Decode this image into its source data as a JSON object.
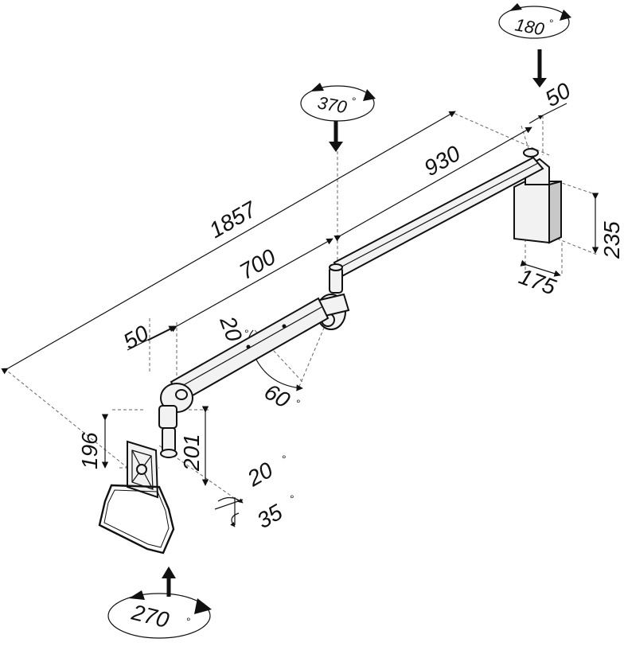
{
  "dimensions": {
    "total_length": "1857",
    "arm_inner": "700",
    "arm_outer": "930",
    "offset_left": "50",
    "offset_right": "50",
    "height_mount": "235",
    "width_mount": "175",
    "vertical_left": "196",
    "vertical_mid": "201"
  },
  "angles": {
    "rot_top_right": "180",
    "rot_top_mid": "370",
    "rot_bottom": "270",
    "tilt_up": "20",
    "tilt_down": "60",
    "head_tilt": "20",
    "head_swivel": "35"
  },
  "degree_symbol": "°"
}
